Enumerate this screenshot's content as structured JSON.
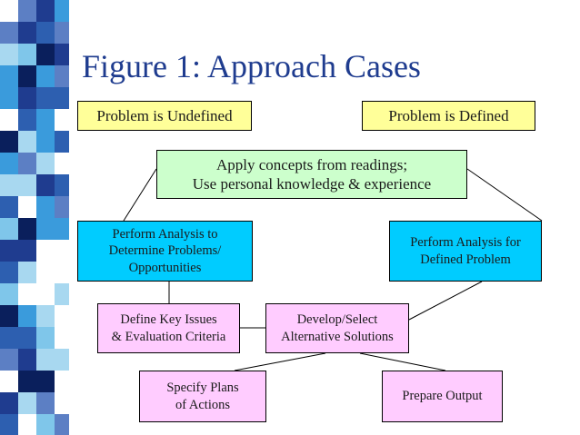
{
  "title": "Figure 1: Approach Cases",
  "colors": {
    "title": "#1f3c8f",
    "yellow": "#ffff99",
    "green": "#ccffcc",
    "blue": "#00ccff",
    "pink": "#ffccff"
  },
  "nodes": {
    "undefined": "Problem is Undefined",
    "defined": "Problem is Defined",
    "apply": [
      "Apply concepts from readings;",
      "Use personal knowledge & experience"
    ],
    "analysis_determine": [
      "Perform Analysis to",
      "Determine Problems/",
      "Opportunities"
    ],
    "analysis_defined": [
      "Perform Analysis for",
      "Defined Problem"
    ],
    "key_issues": [
      "Define Key Issues",
      "& Evaluation Criteria"
    ],
    "develop": [
      "Develop/Select",
      "Alternative Solutions"
    ],
    "plans": [
      "Specify Plans",
      "of Actions"
    ],
    "output": "Prepare Output"
  }
}
